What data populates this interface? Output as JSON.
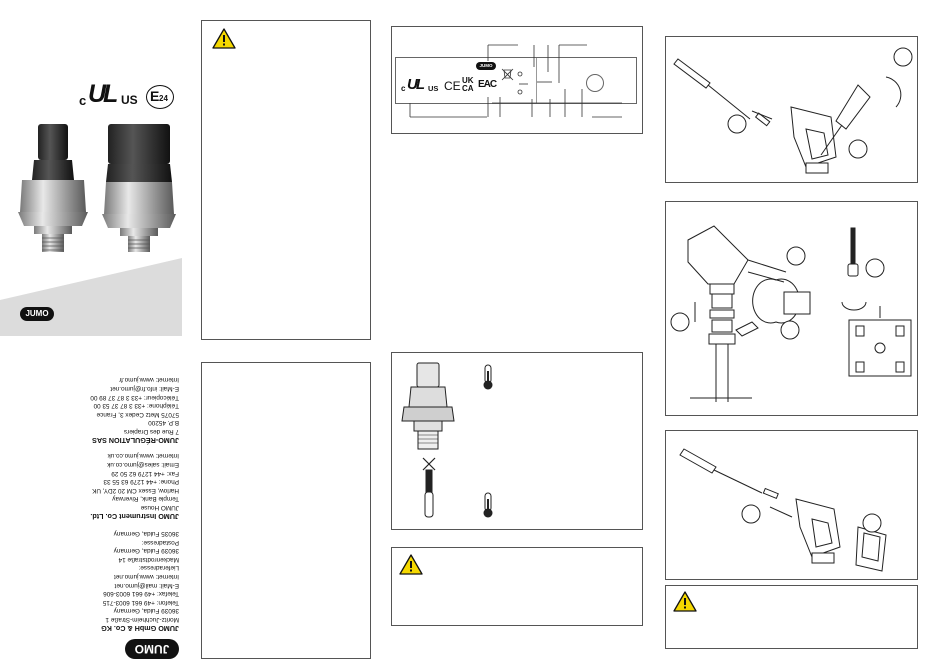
{
  "cover": {
    "certs": {
      "ul_c": "c",
      "ul_us": "US",
      "ul_mark": "UL",
      "e_mark": "E",
      "e_num": "24"
    },
    "logo": "JUMO"
  },
  "addresses": {
    "logo": "JUMO",
    "de": {
      "company": "JUMO GmbH & Co. KG",
      "lines": [
        "Moritz-Juchheim-Straße 1",
        "36039 Fulda, Germany",
        "Telefon:        +49 661 6003-715",
        "Telefax:        +49 661 6003-606",
        "E-Mail:          mail@jumo.net",
        "Internet:        www.jumo.net",
        "Lieferadresse:",
        "Mackenrodtstraße 14",
        "36039 Fulda, Germany",
        "Postadresse:",
        "36035 Fulda, Germany"
      ]
    },
    "uk": {
      "company": "JUMO Instrument Co. Ltd.",
      "lines": [
        "JUMO House",
        "Temple Bank, Riverway",
        "Harlow, Essex CM 20 2DY, UK",
        "Phone:          +44 1279 63 55 33",
        "Fax:              +44 1279 62 50 29",
        "Email:            sales@jumo.co.uk",
        "Internet:        www.jumo.co.uk"
      ]
    },
    "fr": {
      "company": "JUMO-RÉGULATION SAS",
      "lines": [
        "7 Rue des Drapiers",
        "B.P. 45200",
        "57075 Metz Cedex 3, France",
        "Téléphone:    +33 3 87 37 53 00",
        "Télécopieur:  +33 3 87 37 89 00",
        "E-Mail:          info.fr@jumo.net",
        "Internet:        www.jumo.fr"
      ]
    }
  },
  "label": {
    "logo": "JUMO",
    "ul_c": "c",
    "ul_us": "US",
    "ul_mark": "UL",
    "ce": "CE",
    "ukca": [
      "UK",
      "CA"
    ],
    "eac": "EAC"
  },
  "colors": {
    "warn_fill": "#f5d800",
    "gray_band": "#e0e0e0",
    "logo_bg": "#111111"
  }
}
